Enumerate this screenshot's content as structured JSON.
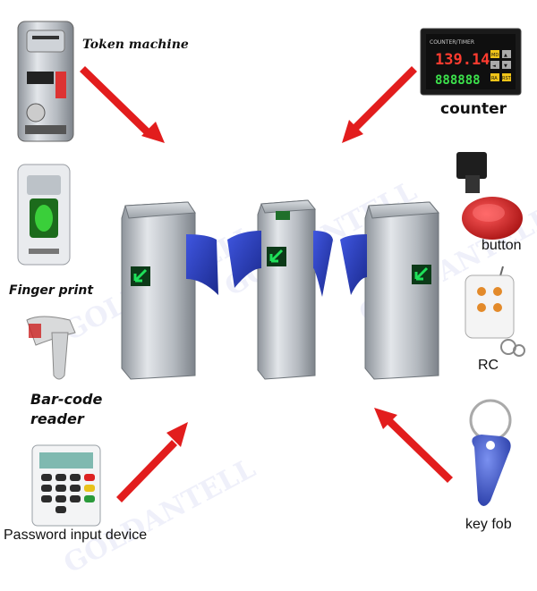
{
  "labels": {
    "token_machine": "Token machine",
    "counter": "counter",
    "finger_print": "Finger print",
    "barcode_reader": "Bar-code reader",
    "password_device": "Password input device",
    "button": "button",
    "rc": "RC",
    "key_fob": "key fob"
  },
  "watermark": "GOLDANTELL",
  "counter_display": {
    "title": "COUNTER/TIMER",
    "top_value": "139.14",
    "bottom_value": "888888",
    "keys": [
      "MD",
      "▲",
      "◄",
      "▼",
      "RA",
      "RST"
    ]
  },
  "colors": {
    "arrow": "#e21d1d",
    "wing": "#2b3fc9",
    "steel": "#b7bcc2",
    "indicator": "#1fb34a"
  }
}
